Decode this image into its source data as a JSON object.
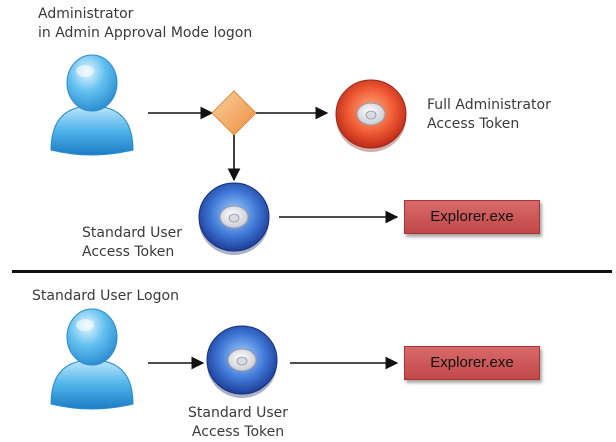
{
  "sections": {
    "admin": {
      "title_line1": "Administrator",
      "title_line2": "in Admin Approval Mode logon",
      "full_token_line1": "Full Administrator",
      "full_token_line2": "Access Token",
      "std_token_line1": "Standard User",
      "std_token_line2": "Access Token",
      "process": "Explorer.exe"
    },
    "standard": {
      "title": "Standard User Logon",
      "std_token_line1": "Standard User",
      "std_token_line2": "Access Token",
      "process": "Explorer.exe"
    }
  },
  "colors": {
    "user_icon": "#4fb4ea",
    "decision": "#f0a560",
    "full_token_disc": "#e0442a",
    "standard_token_disc": "#2f64c4",
    "process_box": "#c95050",
    "arrow": "#111111"
  },
  "icons": [
    "user-icon",
    "decision-diamond",
    "token-disc-icon"
  ]
}
